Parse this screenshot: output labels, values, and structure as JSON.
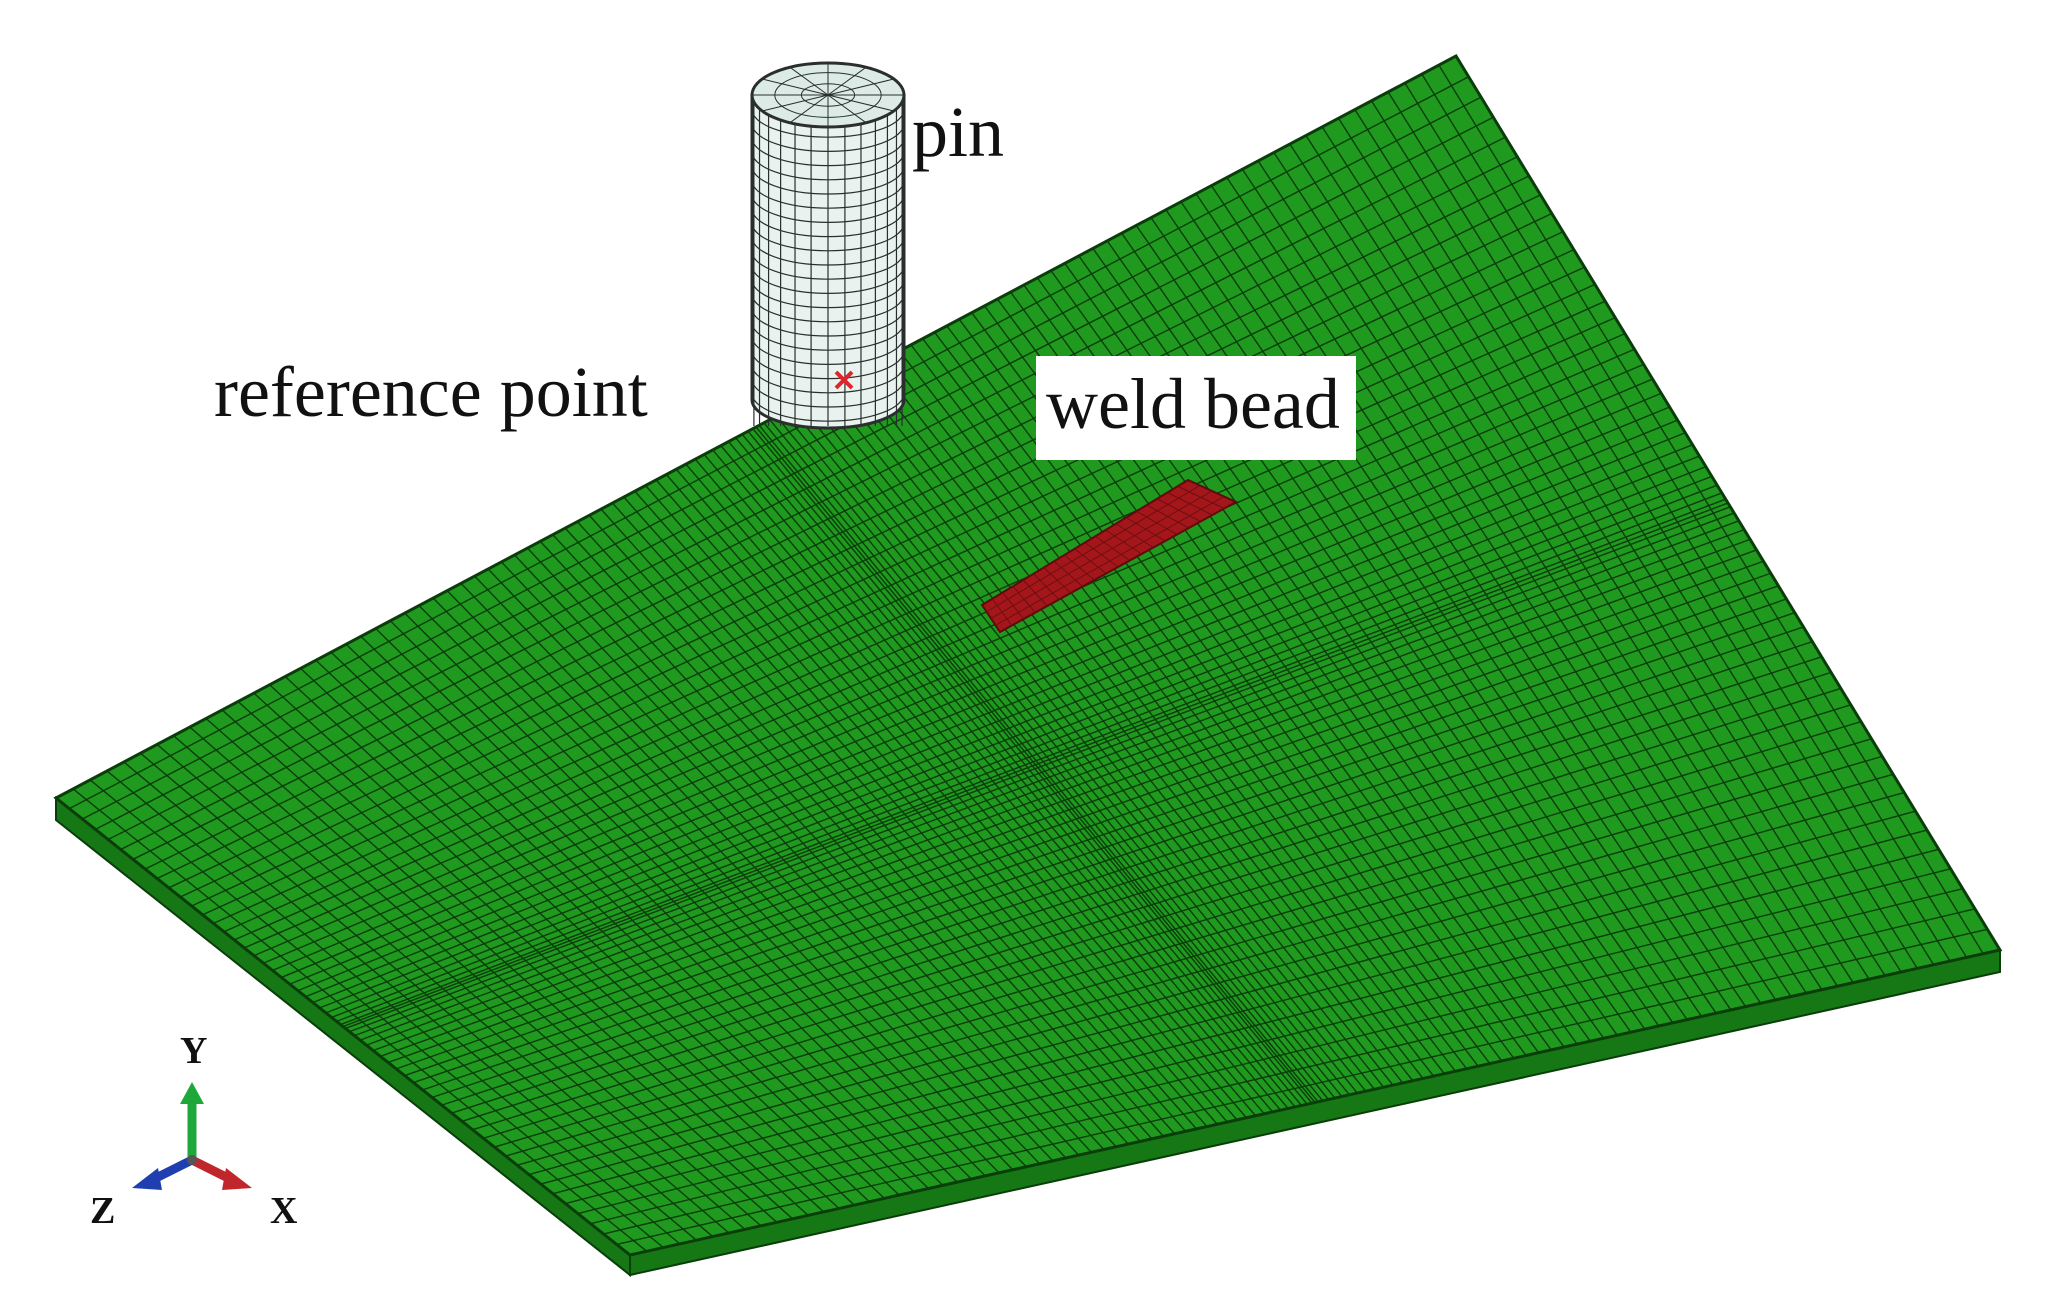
{
  "labels": {
    "pin": "pin",
    "reference_point": "reference point",
    "weld_bead": "weld bead"
  },
  "triad": {
    "y": "Y",
    "z": "Z",
    "x": "X"
  },
  "colors": {
    "plate": "#1f9a1f",
    "plate_side": "#157815",
    "mesh": "#0b3d0b",
    "pin": "#e8f2ee",
    "pin_mesh": "#2a2f2d",
    "weld_bead": "#a4161a",
    "reference_marker": "#e0242a",
    "axis_y": "#1fa83a",
    "axis_x": "#c0262b",
    "axis_z": "#1f3fb0"
  },
  "icons": {
    "reference_marker": "cross-marker-icon",
    "triad": "coordinate-triad-icon"
  }
}
